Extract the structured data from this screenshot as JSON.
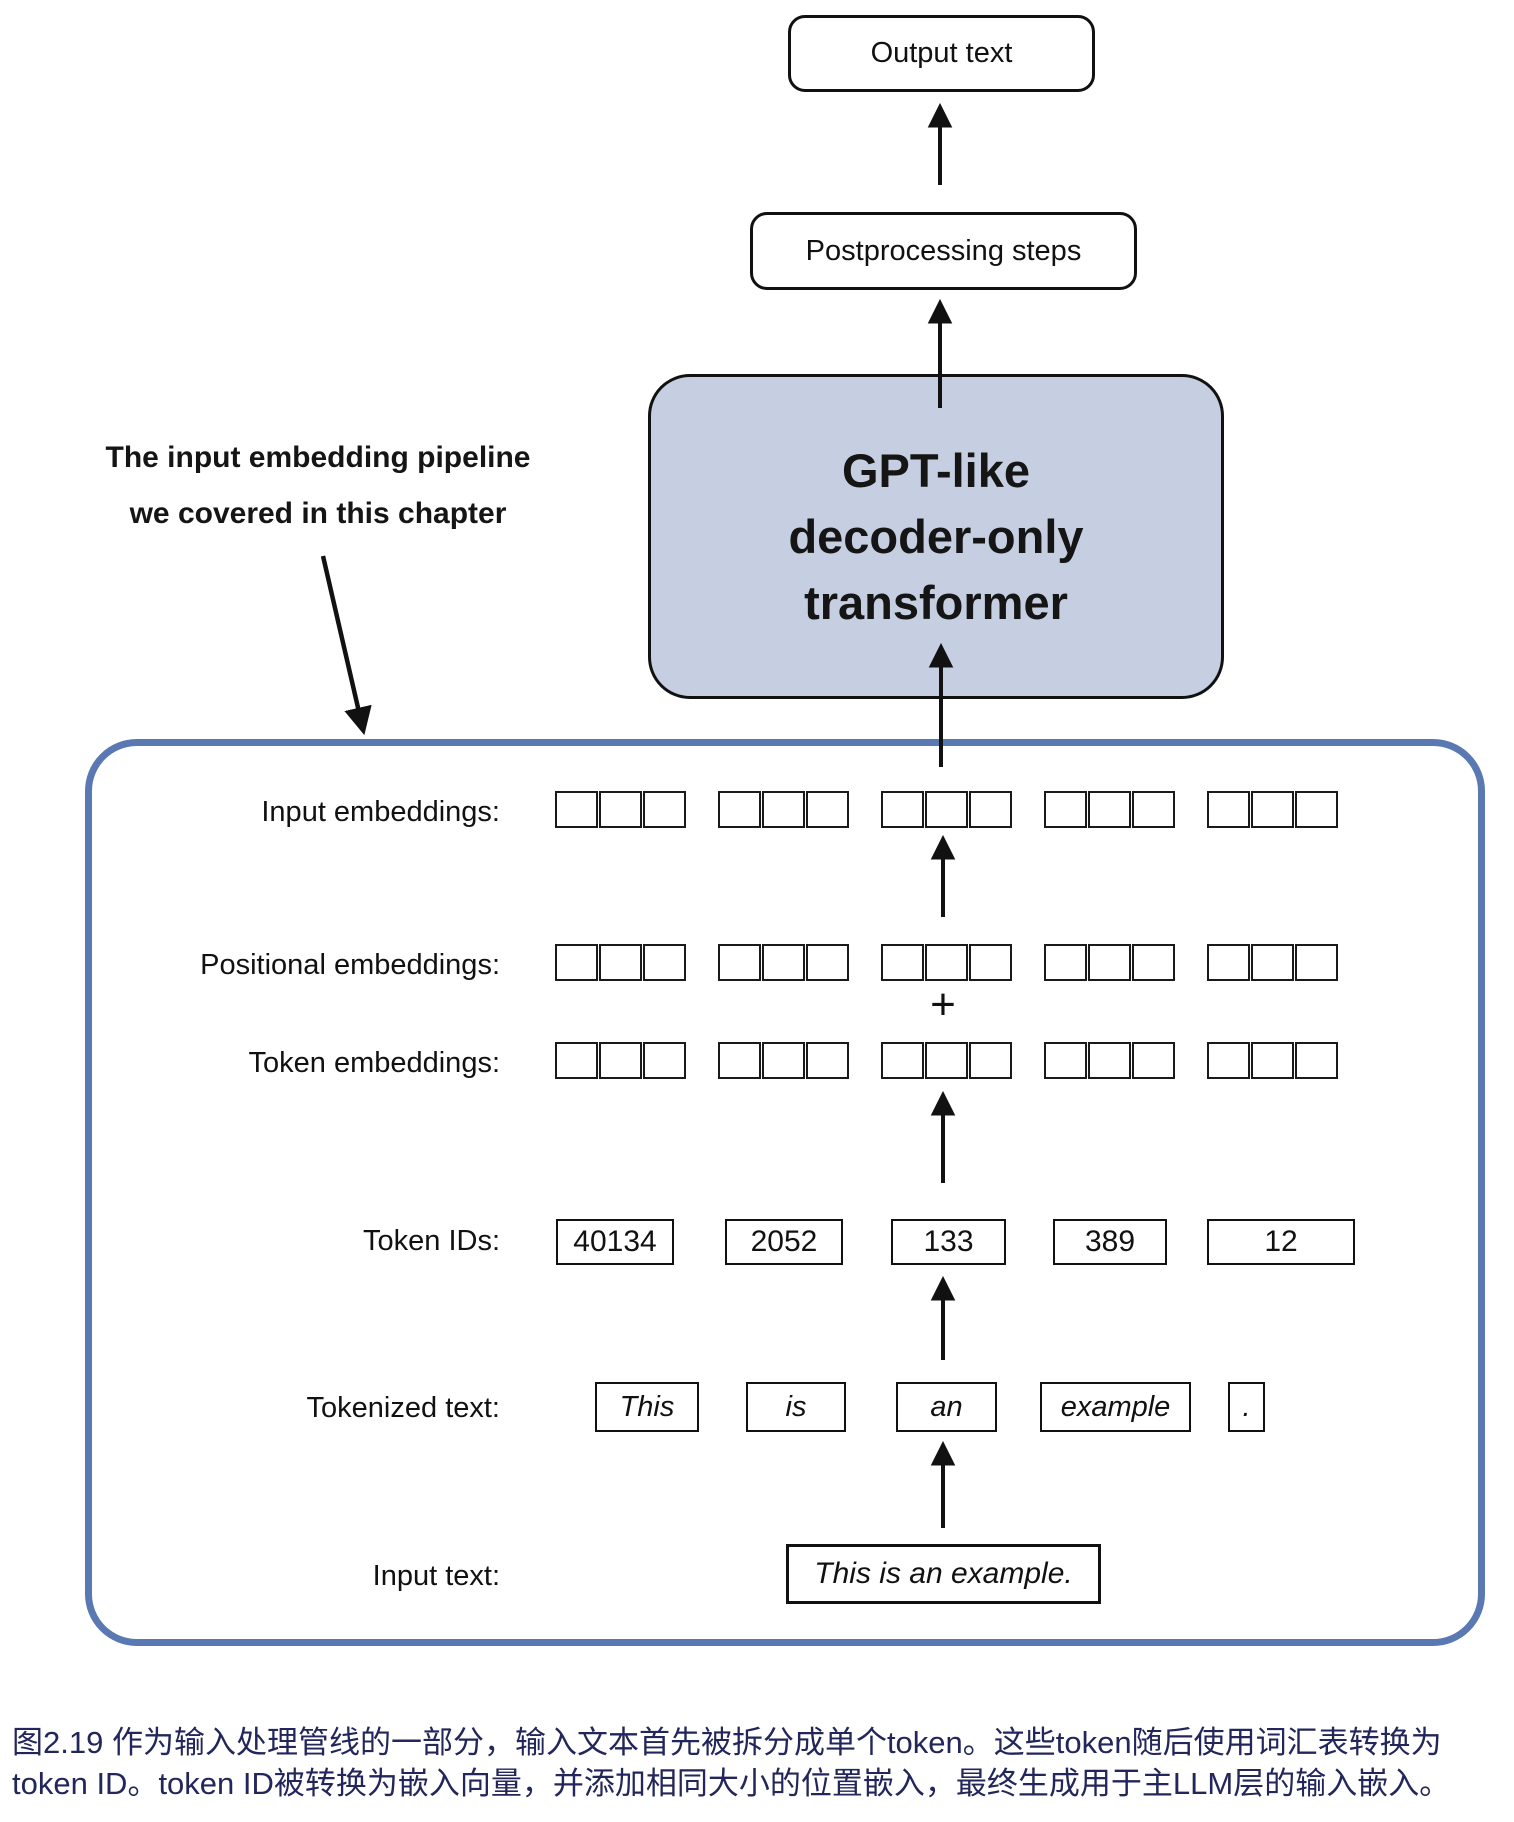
{
  "figure": {
    "output_box_label": "Output text",
    "postprocessing_box_label": "Postprocessing steps",
    "transformer_box": {
      "line1": "GPT-like",
      "line2": "decoder-only",
      "line3": "transformer"
    },
    "annotation": {
      "line1": "The input embedding pipeline",
      "line2": "we covered in this chapter"
    },
    "plus_sign": "+",
    "row_labels": {
      "input_embeddings": "Input embeddings:",
      "positional_embeddings": "Positional embeddings:",
      "token_embeddings": "Token embeddings:",
      "token_ids": "Token IDs:",
      "tokenized_text": "Tokenized text:",
      "input_text": "Input text:"
    },
    "token_ids": [
      "40134",
      "2052",
      "133",
      "389",
      "12"
    ],
    "tokens": [
      "This",
      "is",
      "an",
      "example",
      "."
    ],
    "input_text_value": "This is an example.",
    "embeddings": {
      "groups": 5,
      "squares_per_group": 3
    }
  },
  "caption": {
    "line1": "图2.19 作为输入处理管线的一部分，输入文本首先被拆分成单个token。这些token随后使用词汇表转换为",
    "line2": "token ID。token ID被转换为嵌入向量，并添加相同大小的位置嵌入，最终生成用于主LLM层的输入嵌入。"
  },
  "colors": {
    "transformer_box_fill": "#c5cfe1",
    "pipeline_border": "#5a79b3",
    "caption_text": "#23265a",
    "diagram_ink": "#111111"
  }
}
